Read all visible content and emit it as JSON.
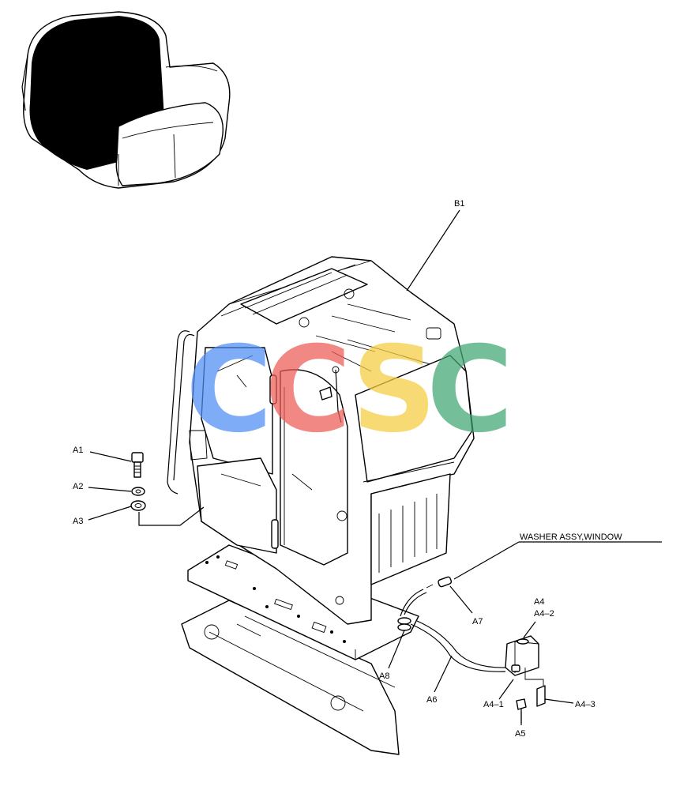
{
  "diagram": {
    "watermark": {
      "letters": [
        {
          "char": "C",
          "color": "#4f8df5"
        },
        {
          "char": "C",
          "color": "#ee5b54"
        },
        {
          "char": "S",
          "color": "#f6cd3f"
        },
        {
          "char": "C",
          "color": "#3fa772"
        }
      ]
    },
    "labels": {
      "b1": "B1",
      "washer": "WASHER ASSY,WINDOW",
      "a1": "A1",
      "a2": "A2",
      "a3": "A3",
      "a4": "A4",
      "a4_2": "A4–2",
      "a7": "A7",
      "a8": "A8",
      "a6": "A6",
      "a4_1": "A4–1",
      "a4_3": "A4–3",
      "a5": "A5"
    }
  }
}
